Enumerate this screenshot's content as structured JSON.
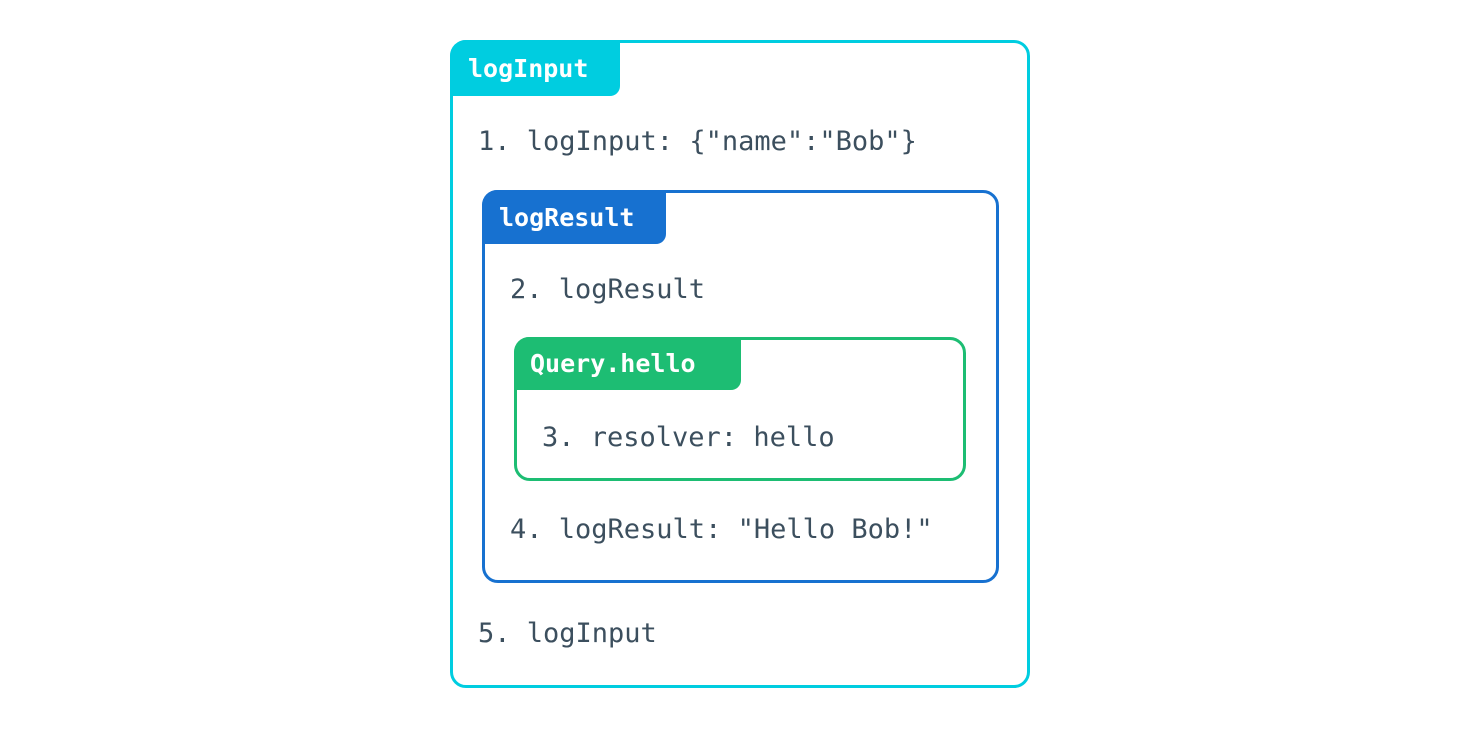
{
  "trace": {
    "outer_span": {
      "label": "logInput",
      "color": "#00cde0",
      "lines": [
        {
          "number": "1.",
          "text": "logInput: {\"name\":\"Bob\"}",
          "full": "1. logInput: {\"name\":\"Bob\"}"
        },
        {
          "number": "5.",
          "text": "logInput",
          "full": "5. logInput"
        }
      ]
    },
    "middle_span": {
      "label": "logResult",
      "color": "#1771d0",
      "lines": [
        {
          "number": "2.",
          "text": "logResult",
          "full": "2. logResult"
        },
        {
          "number": "4.",
          "text": "logResult: \"Hello Bob!\"",
          "full": "4. logResult: \"Hello Bob!\""
        }
      ]
    },
    "inner_span": {
      "label": "Query.hello",
      "color": "#1dbd73",
      "lines": [
        {
          "number": "3.",
          "text": "resolver: hello",
          "full": "3. resolver: hello"
        }
      ]
    }
  },
  "text_color": "#3c4f5e",
  "background": "#ffffff"
}
